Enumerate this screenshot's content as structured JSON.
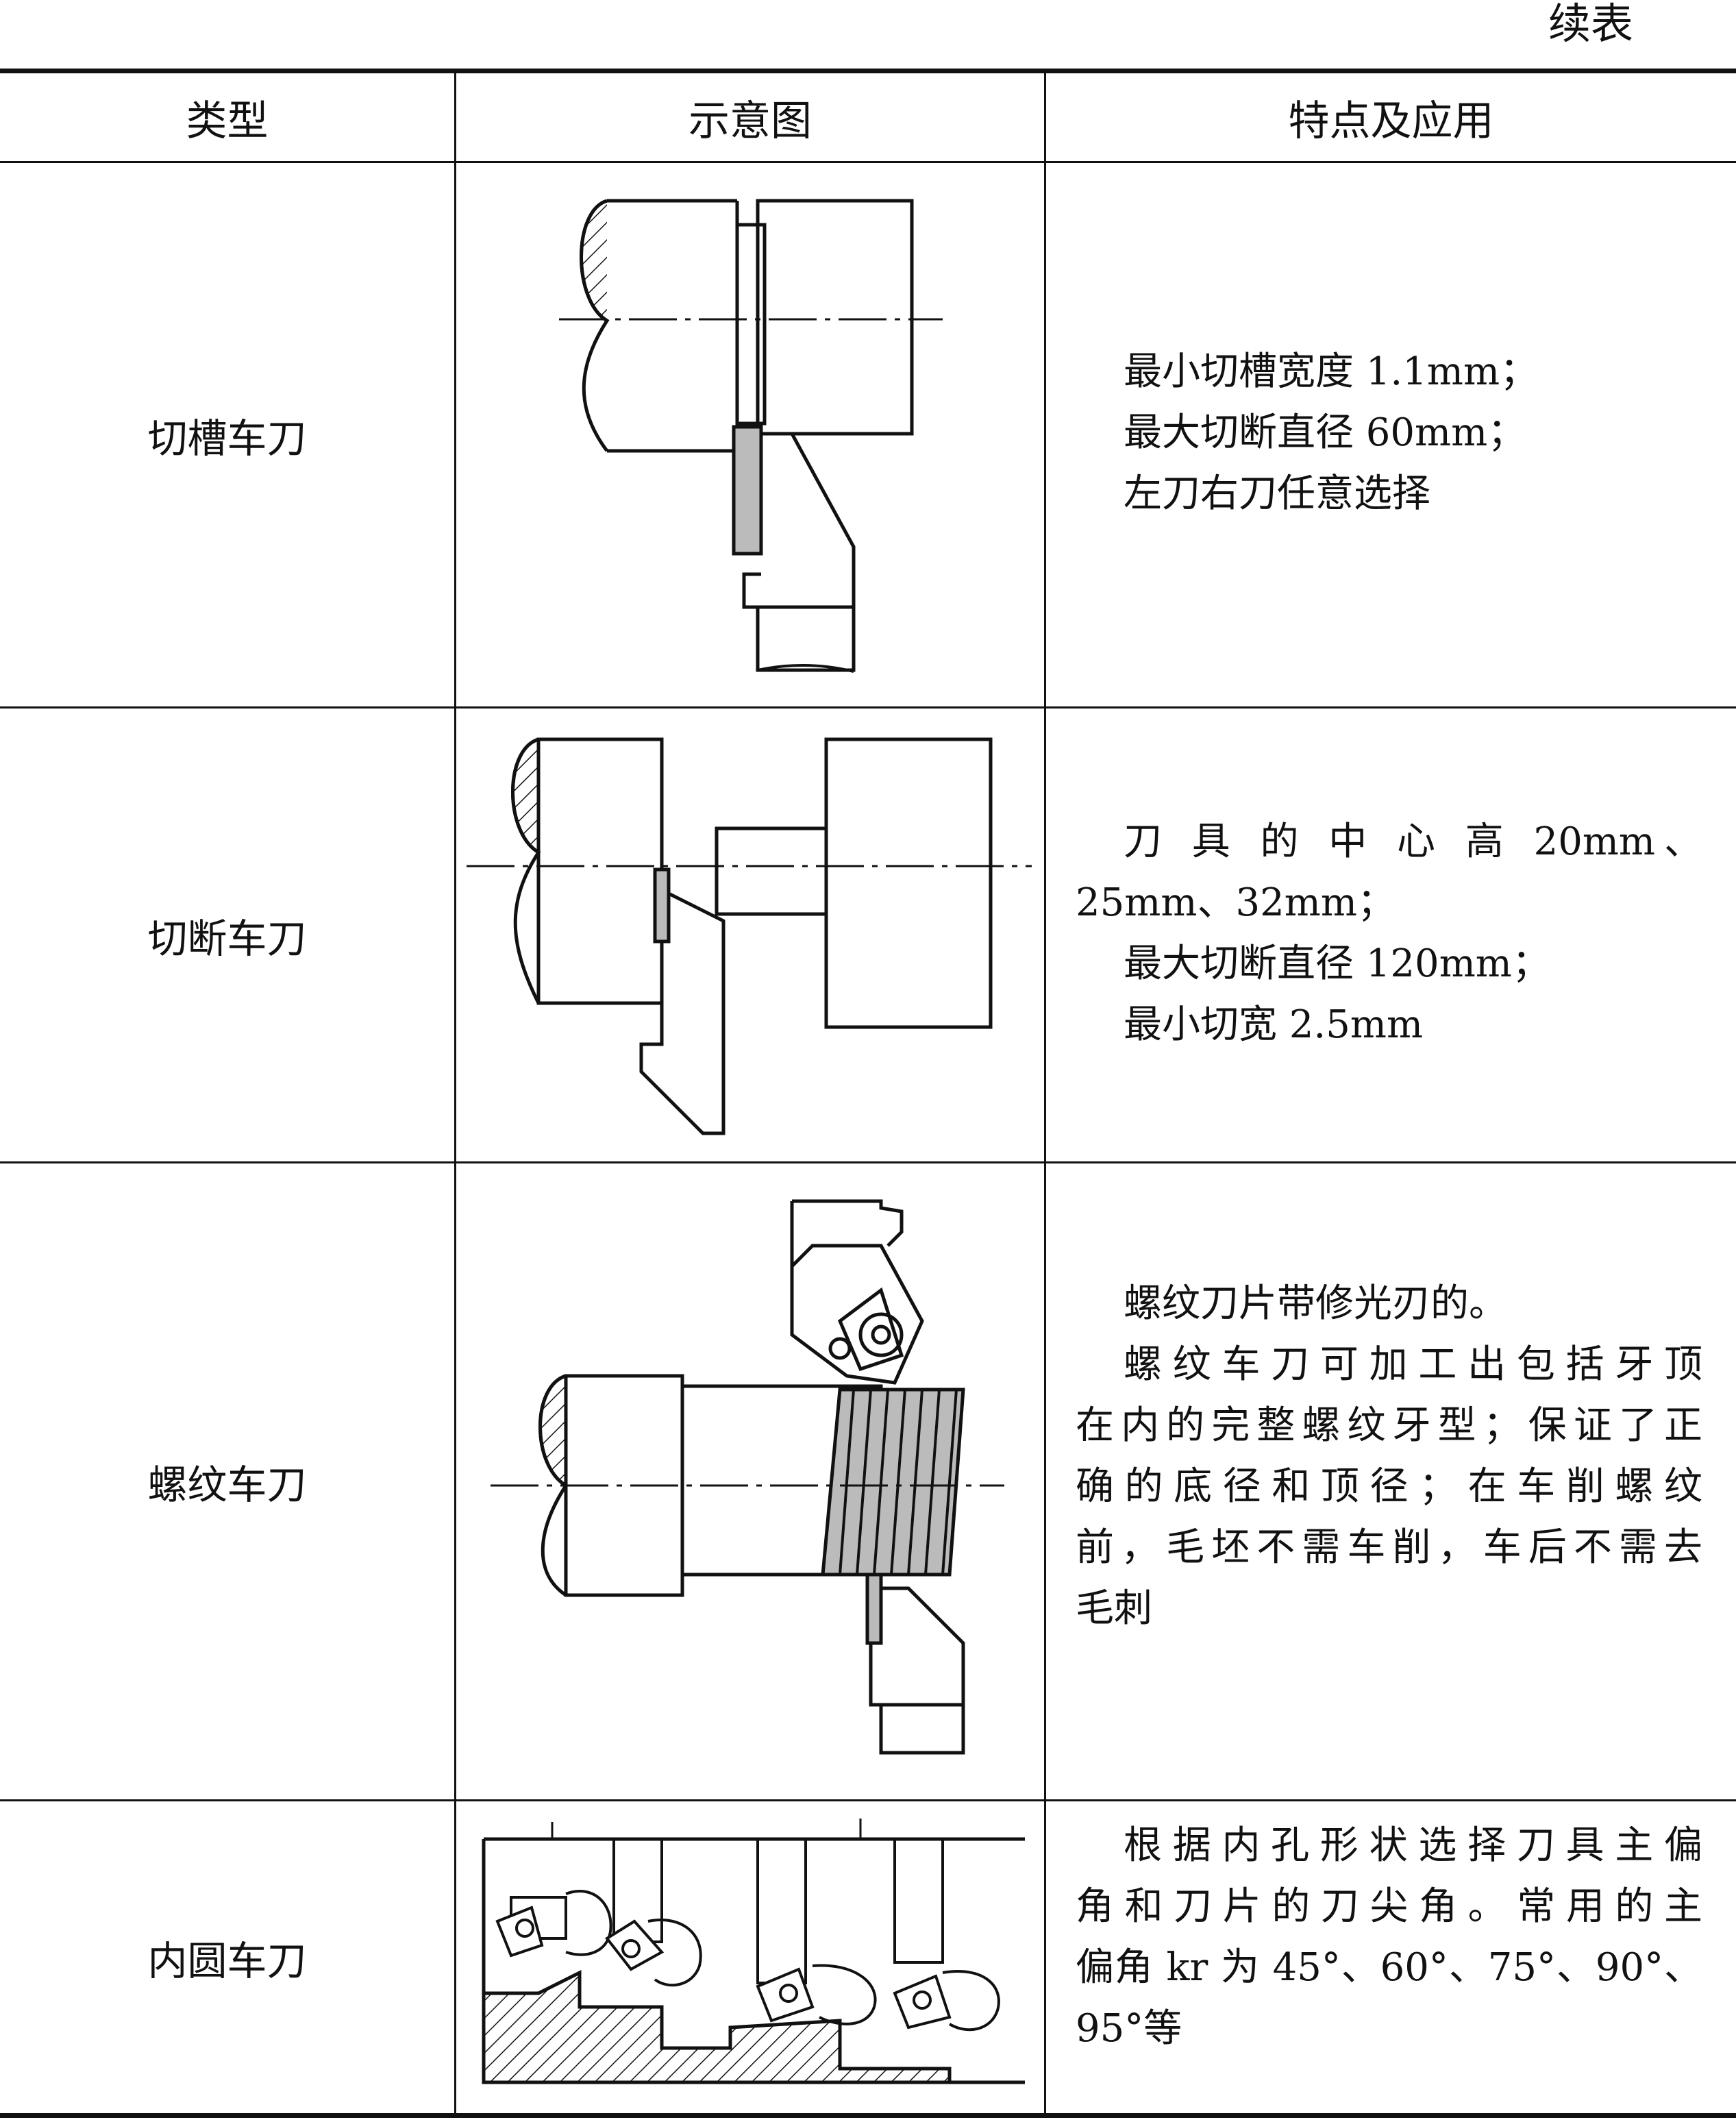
{
  "continued_label": "续表",
  "header": {
    "type": "类型",
    "diagram": "示意图",
    "features": "特点及应用"
  },
  "rows": [
    {
      "type": "切槽车刀",
      "lines": [
        "最小切槽宽度 1.1mm；",
        "最大切断直径 60mm；",
        "左刀右刀任意选择"
      ]
    },
    {
      "type": "切断车刀",
      "lines": [
        "刀 具 的 中 心 高  20mm、",
        "25mm、32mm；",
        "最大切断直径 120mm；",
        "最小切宽 2.5mm"
      ]
    },
    {
      "type": "螺纹车刀",
      "lines": [
        "螺纹刀片带修光刃的。",
        "螺纹车刀可加工出包括牙顶",
        "在内的完整螺纹牙型；保证了正",
        "确的底径和顶径；在车削螺纹",
        "前，毛坯不需车削，车后不需去",
        "毛刺"
      ]
    },
    {
      "type": "内圆车刀",
      "lines": [
        "根据内孔形状选择刀具主偏",
        "角和刀片的刀尖角。常用的主",
        "偏角 kr 为 45°、60°、75°、90°、",
        "95°等"
      ]
    }
  ]
}
